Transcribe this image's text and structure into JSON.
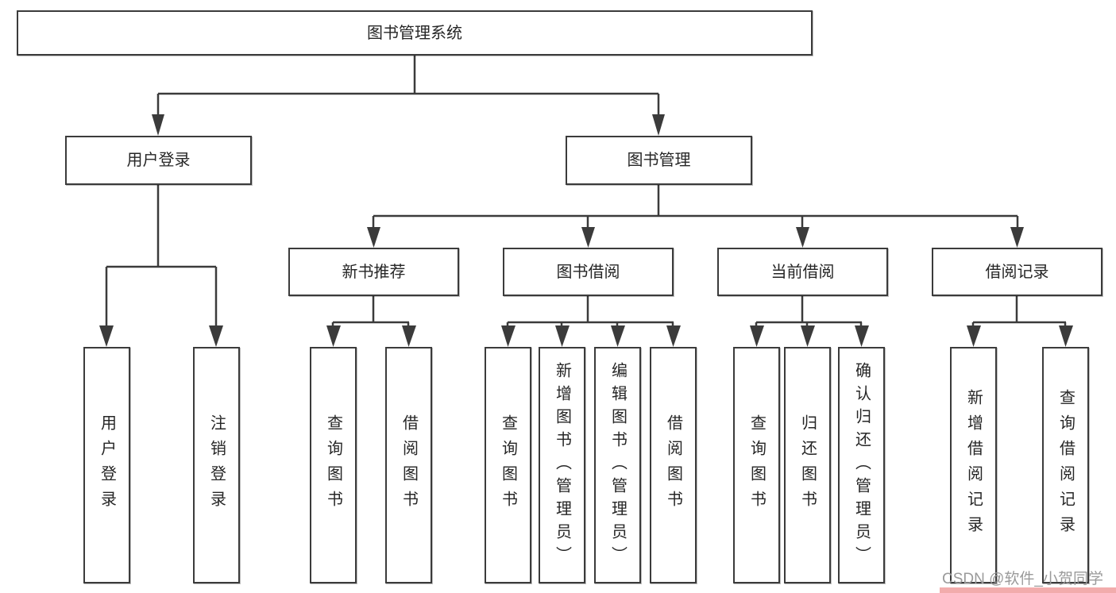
{
  "tree": {
    "label": "图书管理系统",
    "children": [
      {
        "label": "用户登录",
        "children": [
          {
            "label": "用户登录"
          },
          {
            "label": "注销登录"
          }
        ]
      },
      {
        "label": "图书管理",
        "children": [
          {
            "label": "新书推荐",
            "children": [
              {
                "label": "查询图书"
              },
              {
                "label": "借阅图书"
              }
            ]
          },
          {
            "label": "图书借阅",
            "children": [
              {
                "label": "查询图书"
              },
              {
                "label": "新增图书（管理员）"
              },
              {
                "label": "编辑图书（管理员）"
              },
              {
                "label": "借阅图书"
              }
            ]
          },
          {
            "label": "当前借阅",
            "children": [
              {
                "label": "查询图书"
              },
              {
                "label": "归还图书"
              },
              {
                "label": "确认归还（管理员）"
              }
            ]
          },
          {
            "label": "借阅记录",
            "children": [
              {
                "label": "新增借阅记录"
              },
              {
                "label": "查询借阅记录"
              }
            ]
          }
        ]
      }
    ]
  },
  "watermark": {
    "text": "CSDN @软件_小贺同学",
    "text_color": "#9a9a9a",
    "bar_color": "#f2acac"
  },
  "colors": {
    "background": "#ffffff",
    "box_border": "#3b3b3b",
    "line": "#3b3b3b",
    "text": "#262626"
  }
}
